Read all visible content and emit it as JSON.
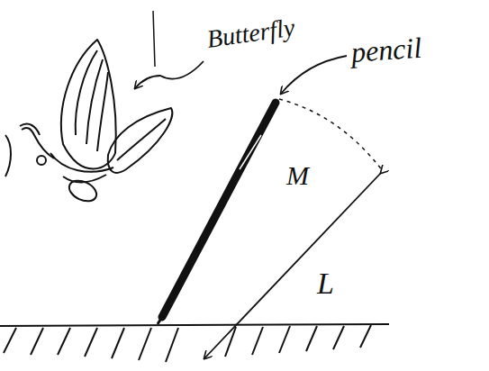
{
  "diagram": {
    "labels": [
      "Butterfly",
      "pencil",
      "M",
      "L"
    ]
  }
}
